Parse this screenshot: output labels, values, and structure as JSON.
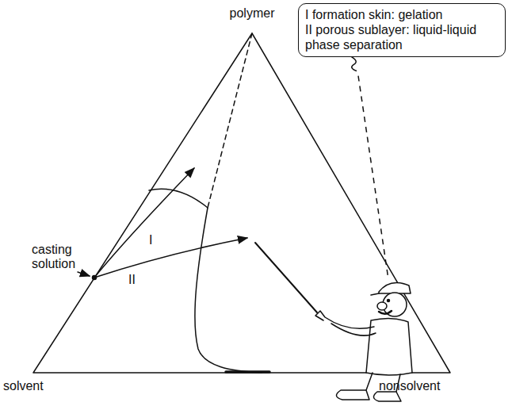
{
  "diagram": {
    "nodes": [
      {
        "text": [
          "I formation skin: gelation",
          "II porous sublayer: liquid-liquid phase separation"
        ]
      }
    ],
    "labels": [
      "polymer",
      "casting solution",
      "I",
      "II",
      "solvent",
      "nonsolvent"
    ]
  }
}
